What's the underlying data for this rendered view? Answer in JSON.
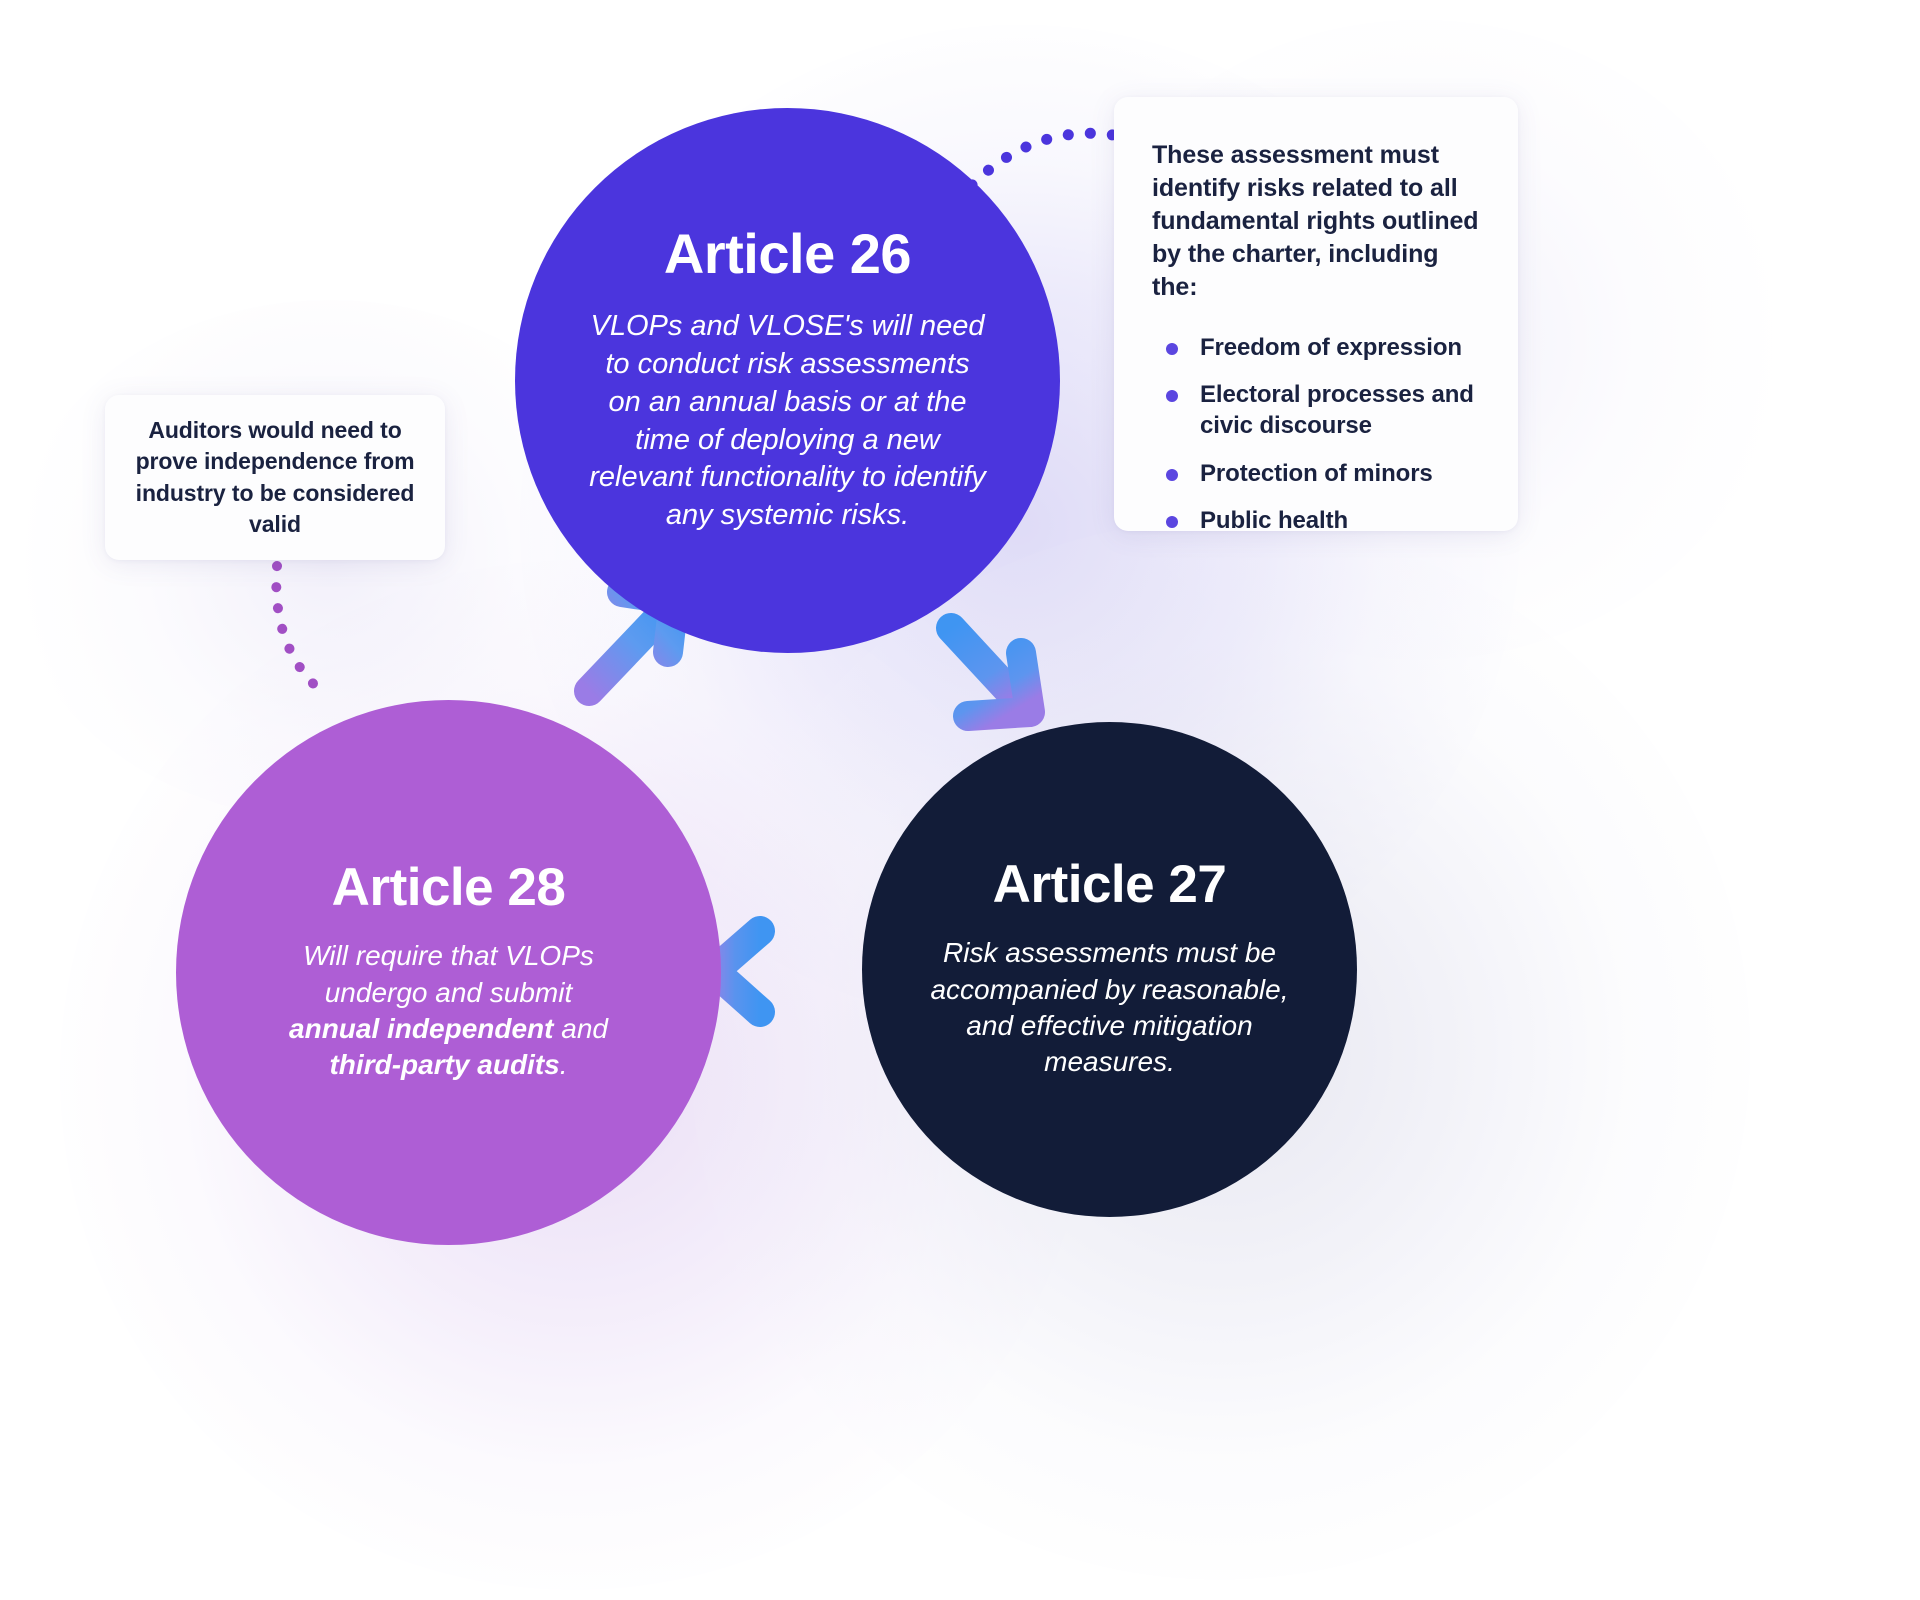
{
  "diagram": {
    "title_hidden": "",
    "colors": {
      "article26": "#4b35dd",
      "article27": "#121c38",
      "article28": "#ae5ed5",
      "arrow_blue": "#4a9df0",
      "arrow_purple": "#9a7ce6",
      "bullet": "#5b46e0",
      "dotted_right": "#4b35dd",
      "dotted_left": "#a14fc4",
      "card_bg": "#fdfdfe",
      "text_dark": "#1a2240"
    },
    "nodes": [
      {
        "id": "article-26",
        "title": "Article 26",
        "body": "VLOPs and VLOSE's will need to conduct risk assessments on an annual basis or at the time of deploying a new relevant functionality to identify any systemic risks."
      },
      {
        "id": "article-27",
        "title": "Article 27",
        "body": "Risk assessments must be accompanied by reasonable, and effective mitigation measures."
      },
      {
        "id": "article-28",
        "title": "Article 28",
        "body_part1": "Will require that VLOPs undergo and submit ",
        "body_bold1": "annual independent",
        "body_part2": " and ",
        "body_bold2": "third-party audits",
        "body_part3": "."
      }
    ],
    "callouts": [
      {
        "id": "callout-right",
        "heading": "These assessment must identify risks related to all fundamental rights outlined by the charter, including the:",
        "bullets": [
          "Freedom of expression",
          "Electoral processes and civic discourse",
          "Protection of minors",
          "Public health"
        ]
      },
      {
        "id": "callout-left",
        "heading": "Auditors would need to prove independence from industry to be considered valid"
      }
    ],
    "connectors": [
      {
        "name": "arrow-28-to-26",
        "from": "article-28",
        "to": "article-26",
        "style": "solid-arrow"
      },
      {
        "name": "arrow-26-to-27",
        "from": "article-26",
        "to": "article-27",
        "style": "solid-arrow"
      },
      {
        "name": "arrow-27-to-28",
        "from": "article-27",
        "to": "article-28",
        "style": "solid-arrow"
      },
      {
        "name": "dotted-26-to-callout-right",
        "from": "article-26",
        "to": "callout-right",
        "style": "dotted"
      },
      {
        "name": "dotted-callout-left-to-28",
        "from": "callout-left",
        "to": "article-28",
        "style": "dotted"
      }
    ]
  }
}
